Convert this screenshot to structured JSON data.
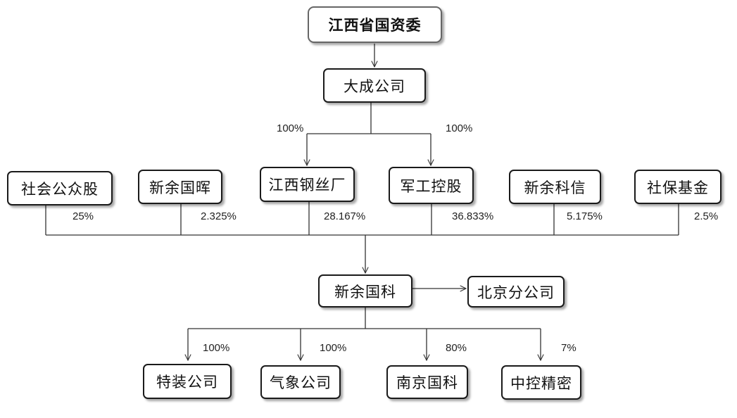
{
  "nodes": {
    "root": "江西省国资委",
    "dacheng": "大成公司",
    "shehui": "社会公众股",
    "xinyu_guohui": "新余国晖",
    "jiangxi_gangsi": "江西钢丝厂",
    "jungong": "军工控股",
    "xinyu_kexin": "新余科信",
    "shebao": "社保基金",
    "xinyu_guoke": "新余国科",
    "beijing": "北京分公司",
    "tezhuang": "特装公司",
    "qixiang": "气象公司",
    "nanjing": "南京国科",
    "zhongkong": "中控精密"
  },
  "labels": {
    "dacheng_to_gangsi": "100%",
    "dacheng_to_jungong": "100%",
    "shehui": "25%",
    "xinyu_guohui": "2.325%",
    "jiangxi_gangsi": "28.167%",
    "jungong": "36.833%",
    "xinyu_kexin": "5.175%",
    "shebao": "2.5%",
    "tezhuang": "100%",
    "qixiang": "100%",
    "nanjing": "80%",
    "zhongkong": "7%"
  }
}
